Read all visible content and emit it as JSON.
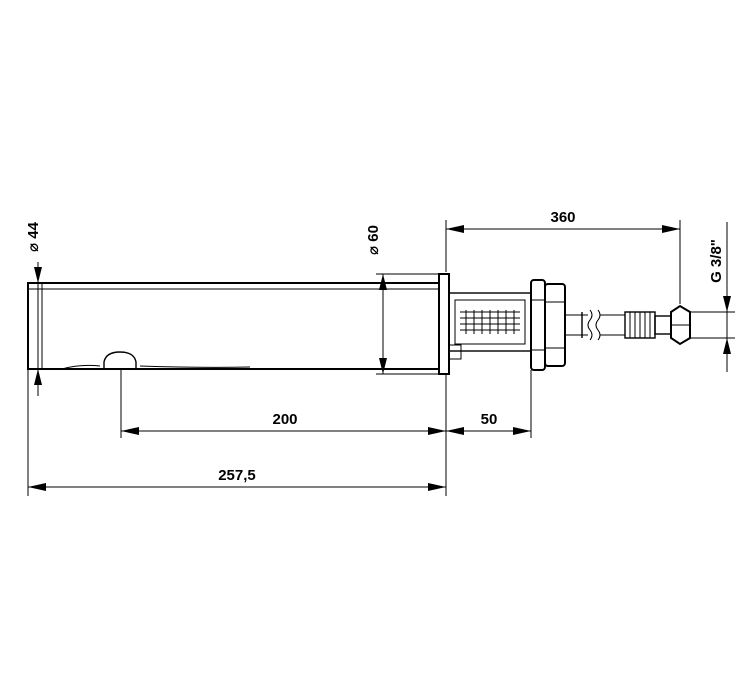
{
  "dimensions": {
    "spout_diameter": "⌀ 44",
    "flange_diameter": "⌀ 60",
    "overall_length": "360",
    "thread": "G 3/8\"",
    "sensor_to_flange": "200",
    "flange_to_nut": "50",
    "spout_length": "257,5"
  }
}
